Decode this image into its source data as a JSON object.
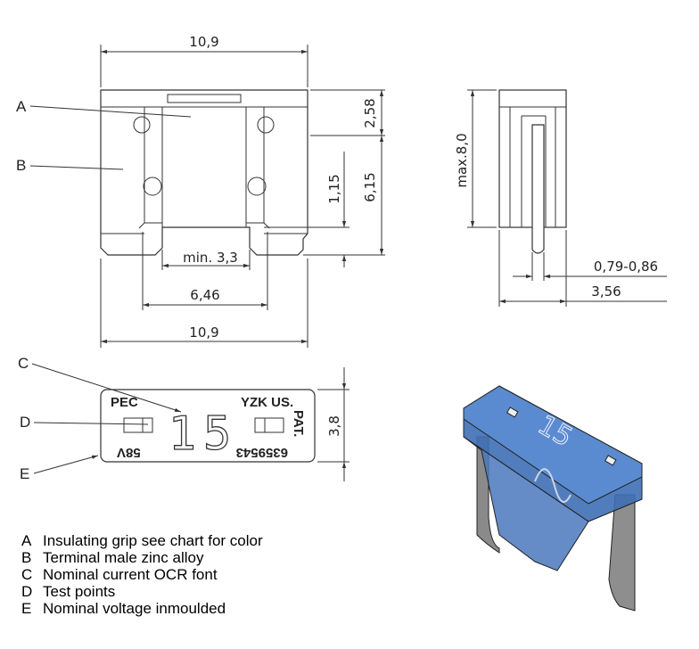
{
  "dimensions": {
    "top_width": "10,9",
    "cap_height": "2,58",
    "terminal_length": "6,15",
    "foot": "1,15",
    "min_gap": "min. 3,3",
    "terminal_span": "6,46",
    "bottom_width": "10,9",
    "max_height": "max.8,0",
    "terminal_thickness": "0,79-0,86",
    "body_thickness": "3,56",
    "top_depth": "3,8"
  },
  "callouts": [
    "A",
    "B",
    "C",
    "D",
    "E"
  ],
  "top_markings": {
    "brand": "PEC",
    "maker": "YZK US.",
    "pat": "PAT.",
    "rating": "15",
    "voltage": "58V",
    "patent_no": "6359543"
  },
  "legend": [
    {
      "key": "A",
      "text": "Insulating grip see chart for color"
    },
    {
      "key": "B",
      "text": "Terminal male zinc alloy"
    },
    {
      "key": "C",
      "text": "Nominal current OCR font"
    },
    {
      "key": "D",
      "text": "Test points"
    },
    {
      "key": "E",
      "text": "Nominal voltage inmoulded"
    }
  ],
  "colors": {
    "housing": "#3f6fb5",
    "terminal": "#8a8a8a"
  }
}
